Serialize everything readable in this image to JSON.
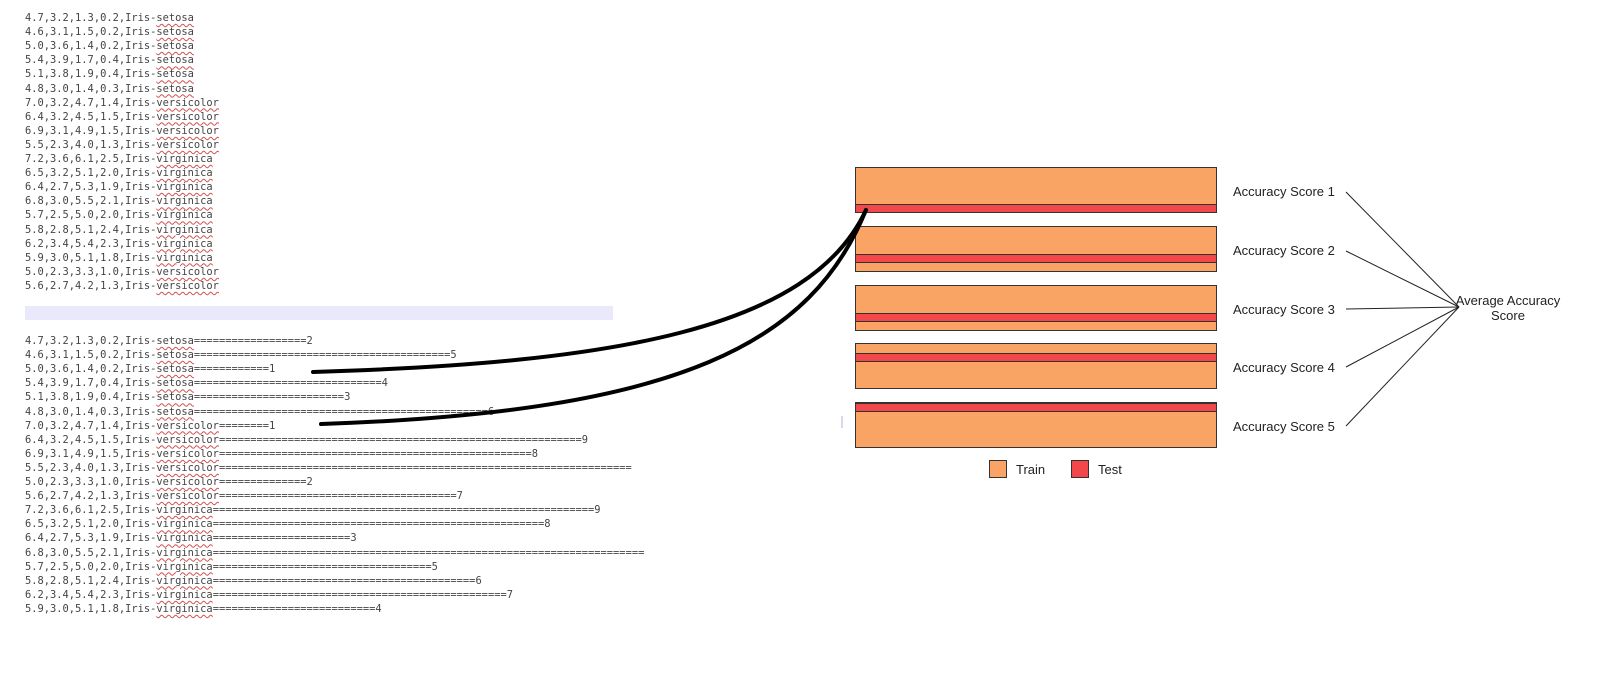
{
  "dataset": {
    "rows": [
      {
        "values": "4.7,3.2,1.3,0.2,",
        "prefix": "Iris-",
        "species": "setosa"
      },
      {
        "values": "4.6,3.1,1.5,0.2,",
        "prefix": "Iris-",
        "species": "setosa"
      },
      {
        "values": "5.0,3.6,1.4,0.2,",
        "prefix": "Iris-",
        "species": "setosa"
      },
      {
        "values": "5.4,3.9,1.7,0.4,",
        "prefix": "Iris-",
        "species": "setosa"
      },
      {
        "values": "5.1,3.8,1.9,0.4,",
        "prefix": "Iris-",
        "species": "setosa"
      },
      {
        "values": "4.8,3.0,1.4,0.3,",
        "prefix": "Iris-",
        "species": "setosa"
      },
      {
        "values": "7.0,3.2,4.7,1.4,",
        "prefix": "Iris-",
        "species": "versicolor"
      },
      {
        "values": "6.4,3.2,4.5,1.5,",
        "prefix": "Iris-",
        "species": "versicolor"
      },
      {
        "values": "6.9,3.1,4.9,1.5,",
        "prefix": "Iris-",
        "species": "versicolor"
      },
      {
        "values": "5.5,2.3,4.0,1.3,",
        "prefix": "Iris-",
        "species": "versicolor"
      },
      {
        "values": "7.2,3.6,6.1,2.5,",
        "prefix": "Iris-",
        "species": "virginica"
      },
      {
        "values": "6.5,3.2,5.1,2.0,",
        "prefix": "Iris-",
        "species": "virginica"
      },
      {
        "values": "6.4,2.7,5.3,1.9,",
        "prefix": "Iris-",
        "species": "virginica"
      },
      {
        "values": "6.8,3.0,5.5,2.1,",
        "prefix": "Iris-",
        "species": "virginica"
      },
      {
        "values": "5.7,2.5,5.0,2.0,",
        "prefix": "Iris-",
        "species": "virginica"
      },
      {
        "values": "5.8,2.8,5.1,2.4,",
        "prefix": "Iris-",
        "species": "virginica"
      },
      {
        "values": "6.2,3.4,5.4,2.3,",
        "prefix": "Iris-",
        "species": "virginica"
      },
      {
        "values": "5.9,3.0,5.1,1.8,",
        "prefix": "Iris-",
        "species": "virginica"
      },
      {
        "values": "5.0,2.3,3.3,1.0,",
        "prefix": "Iris-",
        "species": "versicolor"
      },
      {
        "values": "5.6,2.7,4.2,1.3,",
        "prefix": "Iris-",
        "species": "versicolor"
      }
    ]
  },
  "assigned": {
    "rows": [
      {
        "values": "4.7,3.2,1.3,0.2,",
        "prefix": "Iris-",
        "species": "setosa",
        "arrow": "==================",
        "fold": "2"
      },
      {
        "values": "4.6,3.1,1.5,0.2,",
        "prefix": "Iris-",
        "species": "setosa",
        "arrow": "=========================================",
        "fold": "5"
      },
      {
        "values": "5.0,3.6,1.4,0.2,",
        "prefix": "Iris-",
        "species": "setosa",
        "arrow": "============",
        "fold": "1"
      },
      {
        "values": "5.4,3.9,1.7,0.4,",
        "prefix": "Iris-",
        "species": "setosa",
        "arrow": "==============================",
        "fold": "4"
      },
      {
        "values": "5.1,3.8,1.9,0.4,",
        "prefix": "Iris-",
        "species": "setosa",
        "arrow": "========================",
        "fold": "3"
      },
      {
        "values": "4.8,3.0,1.4,0.3,",
        "prefix": "Iris-",
        "species": "setosa",
        "arrow": "===============================================",
        "fold": "6"
      },
      {
        "values": "7.0,3.2,4.7,1.4,",
        "prefix": "Iris-",
        "species": "versicolor",
        "arrow": "========",
        "fold": "1"
      },
      {
        "values": "6.4,3.2,4.5,1.5,",
        "prefix": "Iris-",
        "species": "versicolor",
        "arrow": "==========================================================",
        "fold": "9"
      },
      {
        "values": "6.9,3.1,4.9,1.5,",
        "prefix": "Iris-",
        "species": "versicolor",
        "arrow": "==================================================",
        "fold": "8"
      },
      {
        "values": "5.5,2.3,4.0,1.3,",
        "prefix": "Iris-",
        "species": "versicolor",
        "arrow": "==================================================================",
        "fold": ""
      },
      {
        "values": "5.0,2.3,3.3,1.0,",
        "prefix": "Iris-",
        "species": "versicolor",
        "arrow": "==============",
        "fold": "2"
      },
      {
        "values": "5.6,2.7,4.2,1.3,",
        "prefix": "Iris-",
        "species": "versicolor",
        "arrow": "======================================",
        "fold": "7"
      },
      {
        "values": "7.2,3.6,6.1,2.5,",
        "prefix": "Iris-",
        "species": "virginica",
        "arrow": "=============================================================",
        "fold": "9"
      },
      {
        "values": "6.5,3.2,5.1,2.0,",
        "prefix": "Iris-",
        "species": "virginica",
        "arrow": "=====================================================",
        "fold": "8"
      },
      {
        "values": "6.4,2.7,5.3,1.9,",
        "prefix": "Iris-",
        "species": "virginica",
        "arrow": "======================",
        "fold": "3"
      },
      {
        "values": "6.8,3.0,5.5,2.1,",
        "prefix": "Iris-",
        "species": "virginica",
        "arrow": "=====================================================================",
        "fold": ""
      },
      {
        "values": "5.7,2.5,5.0,2.0,",
        "prefix": "Iris-",
        "species": "virginica",
        "arrow": "===================================",
        "fold": "5"
      },
      {
        "values": "5.8,2.8,5.1,2.4,",
        "prefix": "Iris-",
        "species": "virginica",
        "arrow": "==========================================",
        "fold": "6"
      },
      {
        "values": "6.2,3.4,5.4,2.3,",
        "prefix": "Iris-",
        "species": "virginica",
        "arrow": "===============================================",
        "fold": "7"
      },
      {
        "values": "5.9,3.0,5.1,1.8,",
        "prefix": "Iris-",
        "species": "virginica",
        "arrow": "==========================",
        "fold": "4"
      }
    ]
  },
  "folds": {
    "items": [
      {
        "label": "Accuracy Score 1",
        "test_position": "bottom"
      },
      {
        "label": "Accuracy Score 2",
        "test_position": "middle"
      },
      {
        "label": "Accuracy Score 3",
        "test_position": "middle"
      },
      {
        "label": "Accuracy Score 4",
        "test_position": "upper"
      },
      {
        "label": "Accuracy Score 5",
        "test_position": "top"
      }
    ],
    "average_label": "Average Accuracy Score"
  },
  "legend": {
    "train_label": "Train",
    "test_label": "Test"
  },
  "colors": {
    "train": "#f9a464",
    "test": "#f2474b",
    "selection": "#e9e9fb",
    "text": "#444444"
  }
}
